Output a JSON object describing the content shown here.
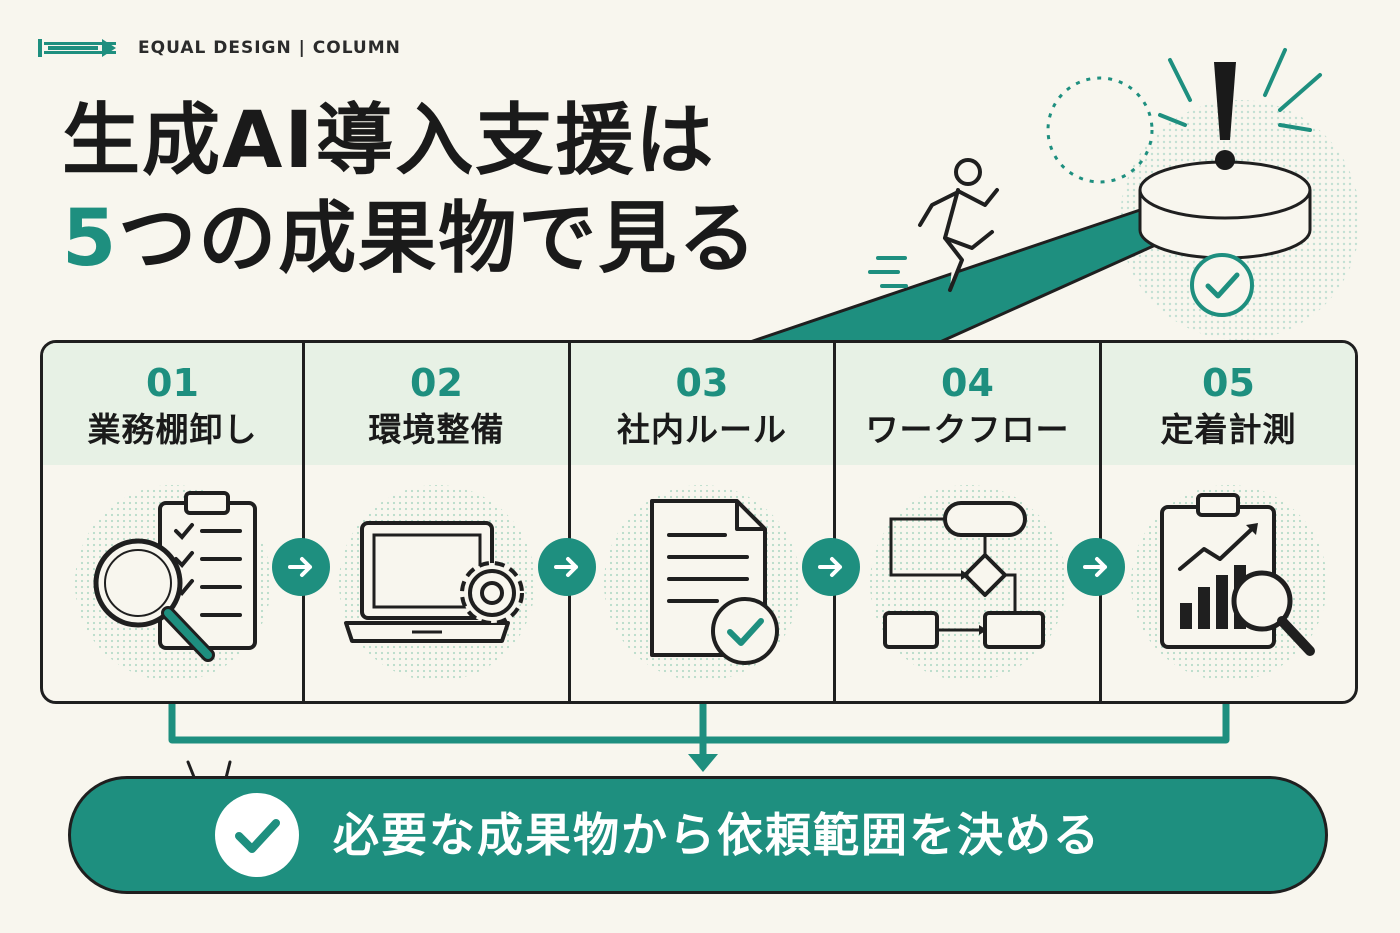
{
  "brand": {
    "text": "EQUAL DESIGN | COLUMN"
  },
  "title": {
    "line1": "生成AI導入支援は",
    "line2_number": "5",
    "line2_rest": "つの成果物で見る"
  },
  "steps": [
    {
      "num": "01",
      "label": "業務棚卸し",
      "icon": "clipboard-magnifier-icon"
    },
    {
      "num": "02",
      "label": "環境整備",
      "icon": "laptop-gear-icon"
    },
    {
      "num": "03",
      "label": "社内ルール",
      "icon": "document-check-icon"
    },
    {
      "num": "04",
      "label": "ワークフロー",
      "icon": "flowchart-icon"
    },
    {
      "num": "05",
      "label": "定着計測",
      "icon": "chart-clipboard-magnifier-icon"
    }
  ],
  "banner": {
    "text": "必要な成果物から依頼範囲を決める",
    "icon": "check-circle-icon"
  },
  "colors": {
    "accent": "#1e8f7f",
    "header_fill": "#e7f1e5",
    "background": "#f8f6ee",
    "ink": "#1f1f1f"
  }
}
